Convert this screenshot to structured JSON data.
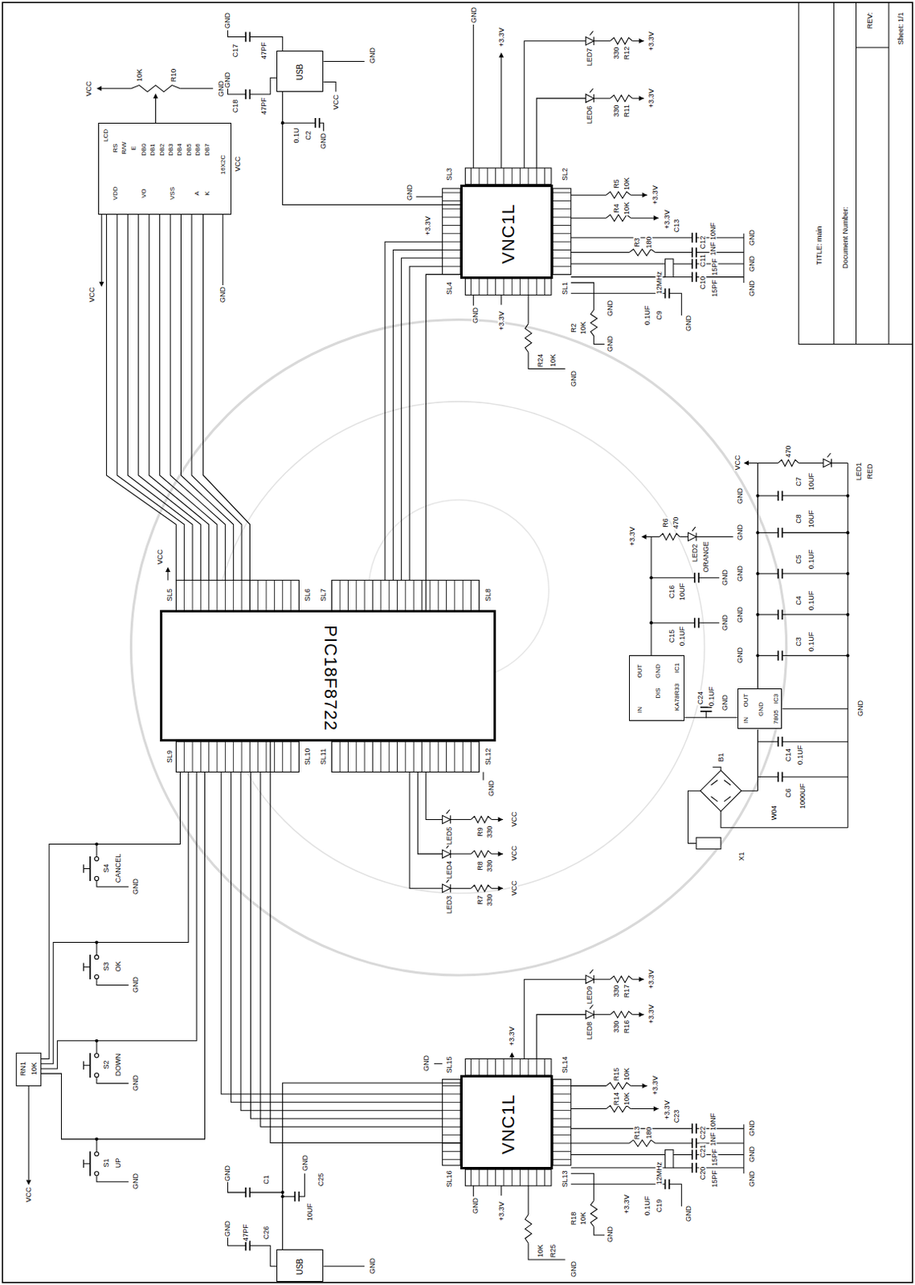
{
  "diagram": {
    "nodes": [
      {
        "text": [
          "PIC18F8722"
        ]
      },
      {
        "text": [
          "VNC1L"
        ]
      },
      {
        "text": [
          "VNC1L"
        ]
      },
      {
        "text": [
          "LCD",
          "16X2C",
          "RS",
          "R/W",
          "E",
          "DB0",
          "DB1",
          "DB2",
          "DB3",
          "DB4",
          "DB5",
          "DB6",
          "DB7",
          "VDD",
          "VO",
          "VSS",
          "A",
          "K"
        ]
      },
      {
        "text": [
          "USB"
        ]
      },
      {
        "text": [
          "USB"
        ]
      },
      {
        "text": [
          "IC1",
          "KA78R33",
          "IN",
          "OUT",
          "GND",
          "DIS"
        ]
      },
      {
        "text": [
          "IC3",
          "7805",
          "IN",
          "OUT",
          "GND"
        ]
      }
    ],
    "edges": [
      {
        "from": 0,
        "to": 3,
        "arrow": "none"
      },
      {
        "from": 0,
        "to": 1,
        "arrow": "none"
      },
      {
        "from": 0,
        "to": 2,
        "arrow": "none"
      },
      {
        "from": 1,
        "to": 4,
        "arrow": "none"
      },
      {
        "from": 2,
        "to": 5,
        "arrow": "none"
      },
      {
        "from": 7,
        "to": 6,
        "arrow": "none"
      }
    ],
    "labels": [
      "TITLE: main",
      "Document Number:",
      "REV:",
      "Sheet: 1/1",
      "VCC",
      "10K",
      "R10",
      "GND",
      "VCC",
      "VCC",
      "GND",
      "GND",
      "C17",
      "47PF",
      "GND",
      "C18",
      "47PF",
      "0.1U",
      "C2",
      "GND",
      "VCC",
      "GND",
      "GND",
      "+3.3V",
      "SL3",
      "SL2",
      "SL4",
      "SL1",
      "GND",
      "+3.3V",
      "LED7",
      "330",
      "R12",
      "+3.3V",
      "LED6",
      "330",
      "R11",
      "+3.3V",
      "R5",
      "10K",
      "+3.3V",
      "R4",
      "10K",
      "+3.3V",
      "C13",
      "10NF",
      "GND",
      "C12",
      "1NF",
      "R3",
      "180",
      "C11",
      "15PF",
      "GND",
      "12MHz",
      "C10",
      "15PF",
      "GND",
      "0.1UF",
      "C9",
      "GND",
      "GND",
      "R2",
      "10K",
      "GND",
      "GND",
      "+3.3V",
      "R24",
      "10K",
      "GND",
      "SL5",
      "SL6",
      "SL7",
      "SL8",
      "SL9",
      "SL10",
      "SL11",
      "SL12",
      "VCC",
      "GND",
      "LED5",
      "R9",
      "330",
      "VCC",
      "LED4",
      "R8",
      "330",
      "VCC",
      "LED3",
      "R7",
      "330",
      "VCC",
      "S4",
      "CANCEL",
      "GND",
      "S3",
      "OK",
      "GND",
      "S2",
      "DOWN",
      "GND",
      "S1",
      "UP",
      "GND",
      "RN1",
      "10K",
      "VCC",
      "LED9",
      "330",
      "R17",
      "+3.3V",
      "LED8",
      "330",
      "R16",
      "+3.3V",
      "GND",
      "+3.3V",
      "SL15",
      "SL14",
      "SL16",
      "SL13",
      "R15",
      "10K",
      "+3.3V",
      "R14",
      "10K",
      "+3.3V",
      "C23",
      "10NF",
      "GND",
      "C22",
      "1NF",
      "R13",
      "180",
      "C21",
      "15PF",
      "GND",
      "12MHz",
      "C20",
      "15PF",
      "GND",
      "C19",
      "0.1UF",
      "GND",
      "+3.3V",
      "GND",
      "+3.3V",
      "R18",
      "10K",
      "GND",
      "10K",
      "R25",
      "GND",
      "GND",
      "C1",
      "GND",
      "47PF",
      "C26",
      "C25",
      "10UF",
      "GND",
      "GND",
      "VCC",
      "470",
      "LED1",
      "RED",
      "C7",
      "10UF",
      "GND",
      "C8",
      "10UF",
      "GND",
      "C5",
      "0.1UF",
      "GND",
      "C4",
      "0.1UF",
      "GND",
      "C3",
      "0.1UF",
      "GND",
      "+3.3V",
      "R6",
      "470",
      "LED2",
      "ORANGE",
      "C16",
      "10UF",
      "GND",
      "C15",
      "0.1UF",
      "GND",
      "C24",
      "0.1UF",
      "GND",
      "C14",
      "0.1UF",
      "GND",
      "C6",
      "1000UF",
      "B1",
      "W04",
      "X1"
    ]
  }
}
